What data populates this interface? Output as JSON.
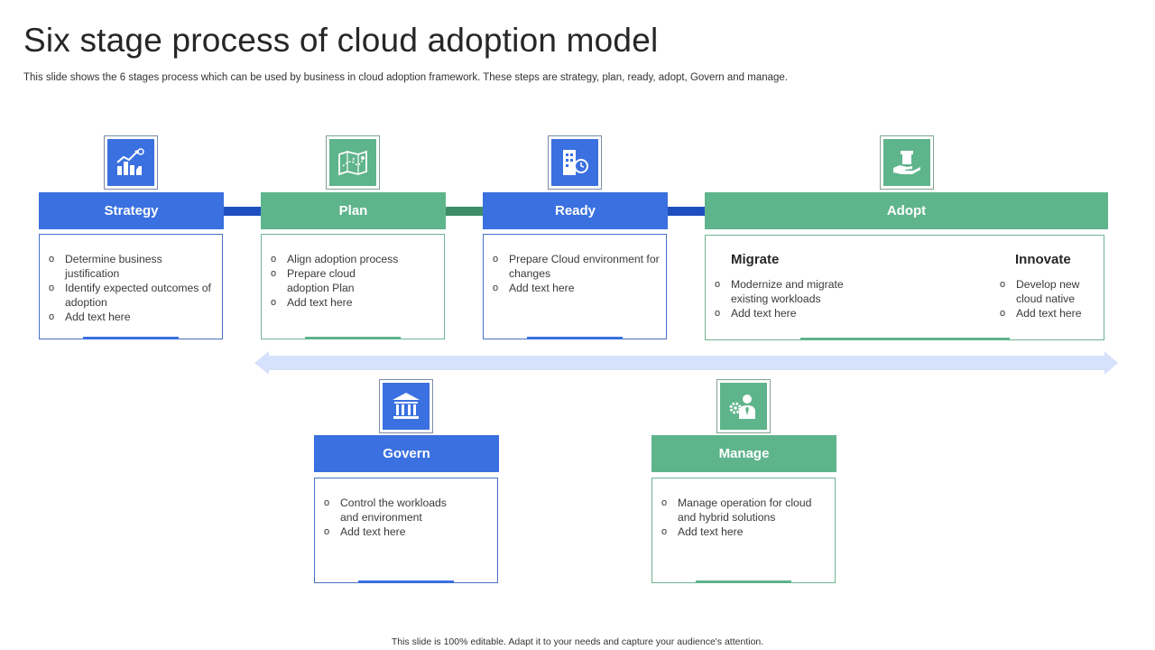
{
  "title": "Six stage process of cloud adoption model",
  "subtitle": "This slide shows the 6 stages process which can be used by business in cloud adoption framework. These steps are strategy, plan, ready,  adopt, Govern and manage.",
  "footer": "This slide is 100% editable.  Adapt it to your needs and capture your audience's attention.",
  "colors": {
    "blue": "#3a70df",
    "green": "#5eb48b",
    "arrow_dark": "#1f4fbf",
    "arrow_light": "#d6e2fb"
  },
  "stages": {
    "strategy": {
      "label": "Strategy",
      "icon": "growth-chart-icon",
      "bullets": [
        "Determine business justification",
        "Identify expected outcomes of adoption",
        "Add text here"
      ]
    },
    "plan": {
      "label": "Plan",
      "icon": "map-plan-icon",
      "bullets": [
        "Align adoption process",
        "Prepare cloud adoption Plan",
        "Add text here"
      ]
    },
    "ready": {
      "label": "Ready",
      "icon": "building-clock-icon",
      "bullets": [
        "Prepare Cloud environment for changes",
        "Add text here"
      ]
    },
    "adopt": {
      "label": "Adopt",
      "icon": "hand-box-icon",
      "migrate": {
        "heading": "Migrate",
        "bullets": [
          "Modernize and migrate existing workloads",
          "Add text here"
        ]
      },
      "innovate": {
        "heading": "Innovate",
        "bullets": [
          "Develop new cloud native",
          "Add text here"
        ]
      }
    },
    "govern": {
      "label": "Govern",
      "icon": "bank-building-icon",
      "bullets": [
        "Control the workloads and environment",
        "Add text here"
      ]
    },
    "manage": {
      "label": "Manage",
      "icon": "manager-gear-icon",
      "bullets": [
        "Manage operation for cloud and hybrid solutions",
        "Add text here"
      ]
    }
  }
}
